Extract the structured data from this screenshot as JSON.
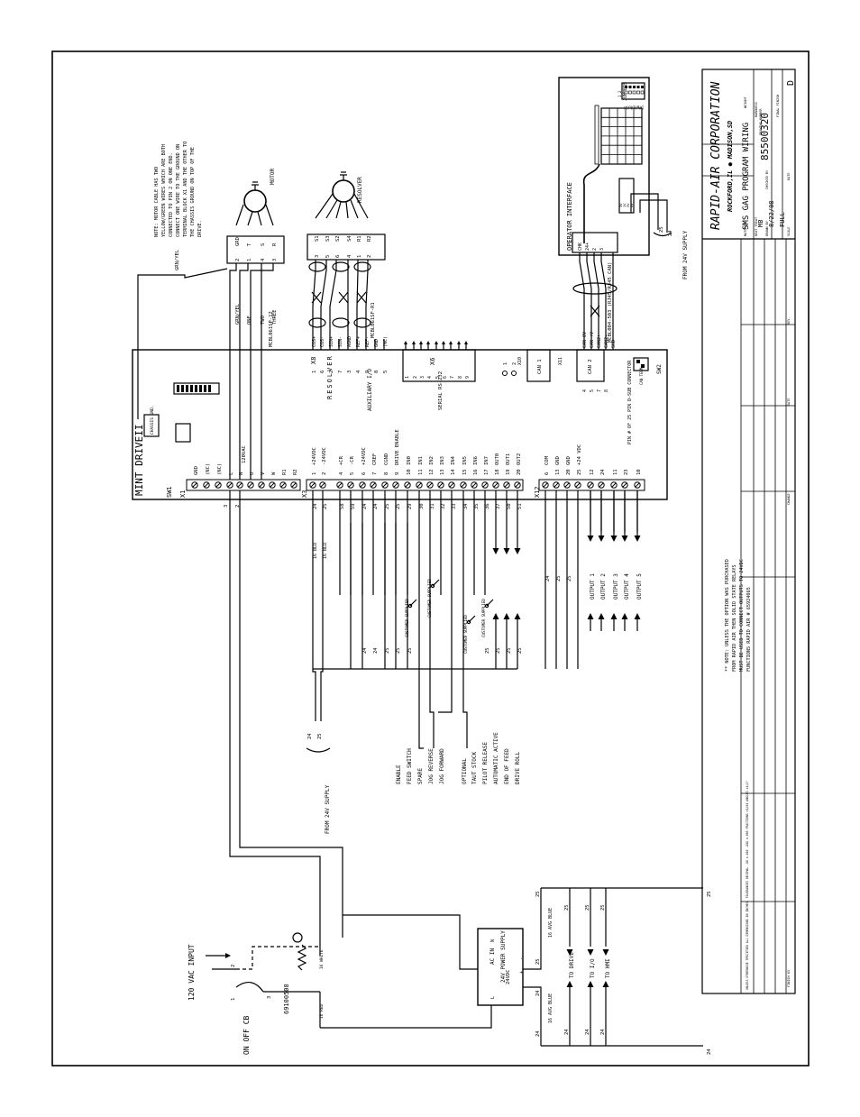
{
  "drive": {
    "title": "MINT DRIVEII",
    "chassis_gnd": "CHASSIS GND.",
    "sw1": "SW1",
    "x1": "X1",
    "x1_pins": [
      "GND",
      "(NC)",
      "(NC)",
      "L",
      "N",
      "U",
      "V",
      "W",
      "R1",
      "R2"
    ],
    "vac": "120VAC",
    "x3": "X3",
    "x3_pins": [
      {
        "num": "1",
        "label": "+24VDC"
      },
      {
        "num": "2",
        "label": "-24VDC"
      },
      {
        "num": "4",
        "label": "+CR"
      },
      {
        "num": "5",
        "label": "-CR"
      },
      {
        "num": "6",
        "label": "+24VDC"
      },
      {
        "num": "7",
        "label": "CREF"
      },
      {
        "num": "8",
        "label": "CGND"
      },
      {
        "num": "9",
        "label": "DRIVE ENABLE"
      },
      {
        "num": "10",
        "label": "IN0"
      },
      {
        "num": "11",
        "label": "IN1"
      },
      {
        "num": "12",
        "label": "IN2"
      },
      {
        "num": "13",
        "label": "IN3"
      },
      {
        "num": "14",
        "label": "IN4"
      },
      {
        "num": "15",
        "label": "IN5"
      },
      {
        "num": "16",
        "label": "IN6"
      },
      {
        "num": "17",
        "label": "IN7"
      },
      {
        "num": "18",
        "label": "OUT0"
      },
      {
        "num": "19",
        "label": "OUT1"
      },
      {
        "num": "20",
        "label": "OUT2"
      }
    ],
    "aux_io": "AUXILIARY I/O",
    "x12": "X12",
    "x12_pins": [
      {
        "num": "6",
        "label": "COM"
      },
      {
        "num": "13",
        "label": "GND"
      },
      {
        "num": "20",
        "label": "GND"
      },
      {
        "num": "25",
        "label": "+24 VDC"
      },
      {
        "num": "12",
        "label": ""
      },
      {
        "num": "24",
        "label": ""
      },
      {
        "num": "11",
        "label": ""
      },
      {
        "num": "23",
        "label": ""
      },
      {
        "num": "10",
        "label": ""
      }
    ],
    "pin_note": "PIN # OF 25 PIN D-SUB CONNECTOR",
    "x8": "X8",
    "resolver_vertical": "RESOLVER",
    "x8_pins": [
      {
        "num": "1",
        "label": "COS+"
      },
      {
        "num": "6",
        "label": "COS-"
      },
      {
        "num": "2",
        "label": "SIN+"
      },
      {
        "num": "7",
        "label": "SIN-"
      },
      {
        "num": "3",
        "label": "AGND"
      },
      {
        "num": "4",
        "label": "REF+"
      },
      {
        "num": "9",
        "label": "REF-"
      },
      {
        "num": "8",
        "label": "GND"
      },
      {
        "num": "5",
        "label": "(NC)"
      }
    ],
    "x6": "X6",
    "x6_pins": [
      "1",
      "2",
      "3",
      "4",
      "5",
      "6",
      "7",
      "8",
      "9"
    ],
    "serial": "SERIAL RS-232",
    "x10": "X10",
    "can1": "CAN 1",
    "x11": "X11",
    "can2": "CAN 2",
    "x11_pins": [
      {
        "num": "4",
        "label": "CAN 0V"
      },
      {
        "num": "5",
        "label": "CAN +V"
      },
      {
        "num": "7",
        "label": "CAN2+"
      },
      {
        "num": "8",
        "label": "CAN2-"
      },
      {
        "num": "",
        "label": "SHD"
      }
    ],
    "sw2": "SW2",
    "can_term": "CAN TERM",
    "x10_pins": [
      "1",
      "2"
    ]
  },
  "motor": {
    "title": "MOTOR",
    "note": "NOTE: MOTOR CABLE HAS TWO YELLOW/GREEN WIRES WHICH ARE BOTH CONNECTED TO PIN 2 ON ONE END. CONNECT ONE WIRE TO THE GROUND ON TERMINAL BLOCK X1 AND THE OTHER TO THE CHASSIS GROUND ON TOP OF THE DRIVE.",
    "connector_pins": [
      {
        "num": "2",
        "label": "GRD"
      },
      {
        "num": "1",
        "label": "T"
      },
      {
        "num": "4",
        "label": "S"
      },
      {
        "num": "3",
        "label": "R"
      }
    ],
    "wires": [
      "GRN/YEL",
      "ONE",
      "TWO",
      "THREE"
    ],
    "cable": "MCBL061SP-12",
    "grn_yel": "GRN/YEL"
  },
  "resolver": {
    "title": "RESOLVER",
    "pins": [
      {
        "num": "3",
        "label": "S1"
      },
      {
        "num": "5",
        "label": "S3"
      },
      {
        "num": "6",
        "label": "S2"
      },
      {
        "num": "4",
        "label": "S4"
      },
      {
        "num": "1",
        "label": "R1"
      },
      {
        "num": "2",
        "label": "R2"
      }
    ],
    "cable": "MCBL061SF-R1"
  },
  "operator_interface": {
    "title": "OPERATOR INTERFACE",
    "jumpers": "JUMPERS",
    "jumper_cols": "1 2",
    "jumper_rows": [
      "J1",
      "J2",
      "J3",
      "J4",
      "J5"
    ],
    "pins": [
      {
        "num": "",
        "label": "CHK"
      },
      {
        "num": "",
        "label": "24+"
      },
      {
        "num": "",
        "label": "2"
      },
      {
        "num": "",
        "label": "3"
      }
    ],
    "dip": [
      "3V",
      "1V",
      "2V",
      "4V"
    ],
    "cable": "MCBL004-503 (RJ45/RJ45 CAN)",
    "supply": "FROM 24V SUPPLY",
    "supply_wires": [
      "25",
      "24"
    ]
  },
  "aux_wiring": {
    "wire_nums": [
      "24",
      "25",
      "58",
      "59",
      "24",
      "24",
      "25",
      "25",
      "29",
      "30",
      "31",
      "32",
      "33",
      "34",
      "35",
      "36",
      "37",
      "50",
      "51",
      "52"
    ],
    "blu": [
      "16 BLU",
      "16 BLU"
    ],
    "customer_supplied": "CUSTOMER SUPPLIED",
    "inputs": [
      "ENABLE",
      "FEED SWITCH",
      "SPARE",
      "JOG REVERSE",
      "JOG FORWARD",
      "OPTIONAL",
      "TAUT STOCK",
      "PILOT RELEASE",
      "AUTOMATIC ACTIVE",
      "END OF FEED",
      "DRIVE ROLL"
    ],
    "outputs": [
      "OUTPUT 1",
      "OUTPUT 2",
      "OUTPUT 3",
      "OUTPUT 4",
      "OUTPUT 5"
    ],
    "x12_wires": [
      "24",
      "25",
      "25"
    ],
    "supply": "FROM 24V SUPPLY",
    "supply_wires": [
      "24",
      "25"
    ],
    "wire_mid": [
      "24",
      "24",
      "25",
      "25",
      "25",
      "25",
      "25",
      "25",
      "25"
    ]
  },
  "note_relays": "** NOTE: UNLESS THE OPTION WAS PURCHASED FROM RAPID AIR THEN SOLID STATE RELAYS MUST BE USED TO CONNECT OUTPUTS TO 24VDC FUNCTIONS RAPID AIR # 65924065",
  "power": {
    "input": "120 VAC INPUT",
    "switch": "ON OFF CB",
    "cb_part": "69100508",
    "wire_white": "16 WHITE",
    "wire_red": "16 RED",
    "nums": [
      "1",
      "2",
      "3",
      "2",
      "3"
    ],
    "psu_label": "24V POWER SUPPLY",
    "ac_in": "AC IN",
    "psu_terms": [
      "L",
      "N",
      "24VDC",
      "+",
      "-"
    ],
    "blue_top": "16 AVG BLUE",
    "blue_bot": "16 AVG BLUE",
    "destinations": [
      "TO DRIVE",
      "TO I/O",
      "TO HMI"
    ],
    "bus_nums": [
      "25",
      "25",
      "25",
      "25",
      "25",
      "24",
      "24",
      "24",
      "24",
      "24"
    ]
  },
  "title_block": {
    "company": "RAPID-AIR CORPORATION",
    "address": "ROCKFORD,IL ● MADISON,SD",
    "title": "SMS GAG PROGRAM WIRING",
    "drawing_number": "85500320",
    "rev": "D",
    "drawn_by": "MB",
    "date": "8/22/08",
    "scale": "FULL",
    "labels": [
      "WEIGHT",
      "MATERIAL",
      "HEAT TREAT",
      "DRAWN BY",
      "CHECKED BY",
      "HARDNESS",
      "FINAL FINISH",
      "DRAWING NUMBER",
      "SCALE",
      "DATE",
      "CHANGE",
      "REV.",
      "DATE",
      "FINISH"
    ],
    "tolerances": "UNLESS OTHERWISE SPECIFIED ALL DIMENSIONS IN INCHES. TOLERANCES DECIMAL .XX ±.010 .XXX ±.005 FRACTIONS ±1/64 ANGLES ±1/2°",
    "finish": "FINISH 63"
  }
}
